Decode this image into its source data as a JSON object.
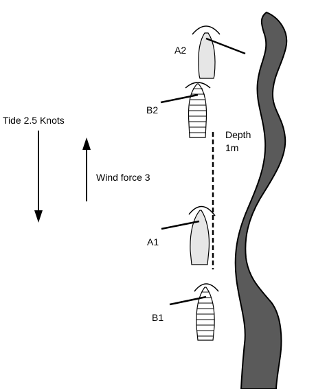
{
  "diagram": {
    "tide_label": "Tide 2.5 Knots",
    "wind_label": "Wind force 3",
    "depth_label_line1": "Depth",
    "depth_label_line2": "1m",
    "boats": [
      {
        "label": "A2",
        "kind": "plain"
      },
      {
        "label": "B2",
        "kind": "striped"
      },
      {
        "label": "A1",
        "kind": "plain"
      },
      {
        "label": "B1",
        "kind": "striped"
      }
    ],
    "colors": {
      "shore": "#5a5a5a",
      "plain_hull": "#e6e6e6",
      "striped_hull": "#ffffff",
      "ink": "#000000"
    }
  }
}
